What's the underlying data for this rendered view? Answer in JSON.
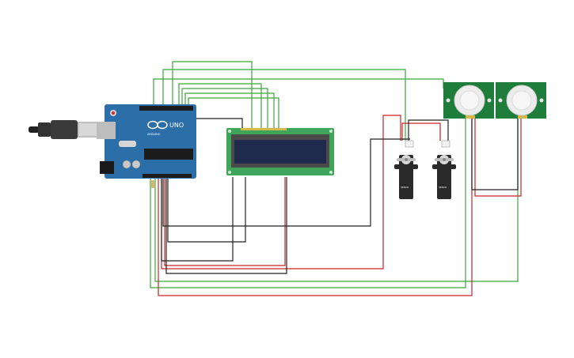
{
  "arduino": {
    "model_label": "UNO",
    "brand_label": "ARDUINO",
    "board_color": "#2c6fa8",
    "ic_color": "#1c1c1c"
  },
  "lcd": {
    "pcb_color": "#3fa55b",
    "screen_color": "#1f2a4d"
  },
  "servos": [
    {
      "name": "servo-1",
      "label": "SERVO"
    },
    {
      "name": "servo-2",
      "label": "SERVO"
    }
  ],
  "pir_sensors": [
    {
      "name": "pir-sensor-1"
    },
    {
      "name": "pir-sensor-2"
    }
  ],
  "wire_colors": {
    "green": "#3aa83a",
    "red": "#cc2222",
    "black": "#222222"
  }
}
